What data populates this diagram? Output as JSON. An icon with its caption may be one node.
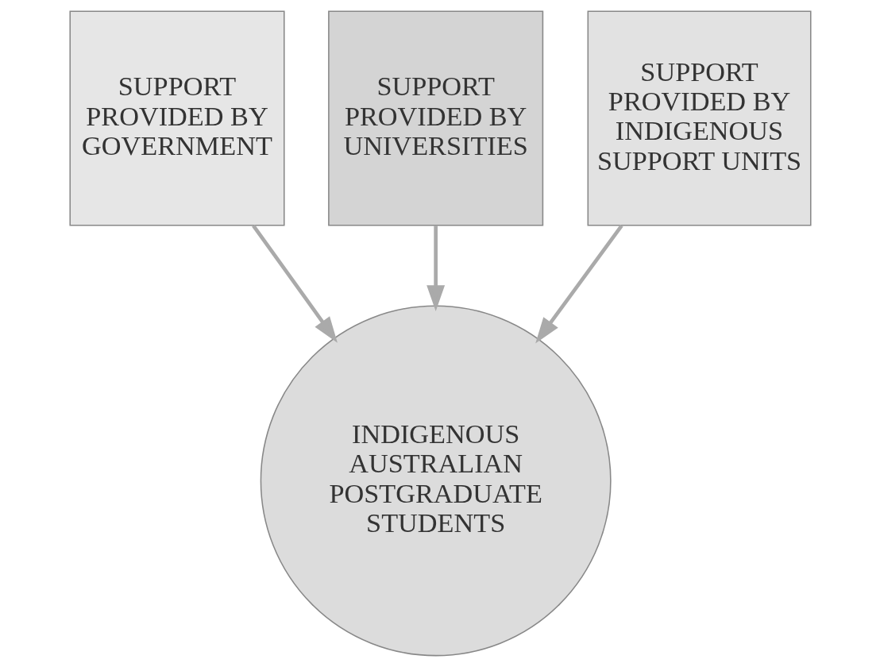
{
  "diagram": {
    "nodes": [
      {
        "text": [
          "SUPPORT PROVIDED BY GOVERNMENT"
        ]
      },
      {
        "text": [
          "SUPPORT PROVIDED BY UNIVERSITIES"
        ]
      },
      {
        "text": [
          "SUPPORT PROVIDED BY INDIGENOUS SUPPORT UNITS"
        ]
      },
      {
        "text": [
          "INDIGENOUS AUSTRALIAN POSTGRADUATE STUDENTS"
        ]
      }
    ],
    "edges": [
      {
        "from": 0,
        "to": 3,
        "arrow": "to"
      },
      {
        "from": 1,
        "to": 3,
        "arrow": "to"
      },
      {
        "from": 2,
        "to": 3,
        "arrow": "to"
      }
    ]
  }
}
